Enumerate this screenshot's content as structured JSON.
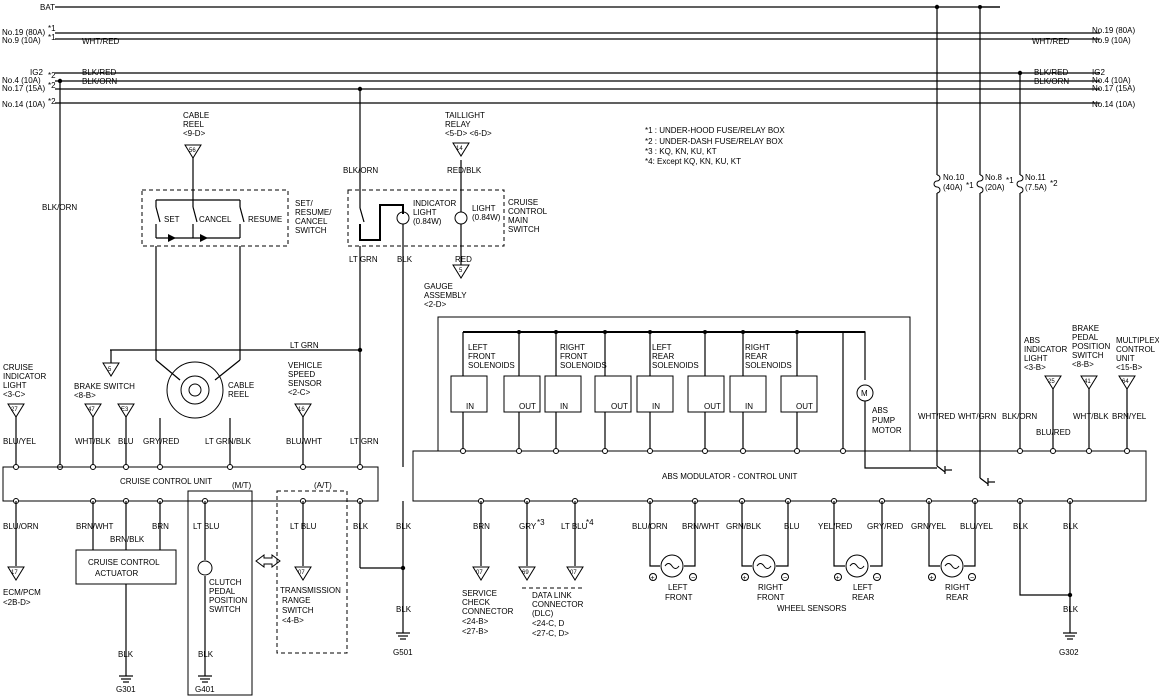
{
  "bus": {
    "bat": "BAT",
    "no19_left": "No.19 (80A)",
    "no9_left": "No.9 (10A)",
    "star1a": "*1",
    "star1b": "*1",
    "whtred_l": "WHT/RED",
    "whtred_r": "WHT/RED",
    "no19_right": "No.19 (80A)",
    "no9_right": "No.9 (10A)",
    "ig2_l": "IG2",
    "no4_left": "No.4 (10A)",
    "no17_left": "No.17 (15A)",
    "no14_left": "No.14 (10A)",
    "star2a": "*2",
    "star2b": "*2",
    "star2c": "*2",
    "blkred_l": "BLK/RED",
    "blkorn_l": "BLK/ORN",
    "blkred_r": "BLK/RED",
    "blkorn_r": "BLK/ORN",
    "ig2_r": "IG2",
    "no4_right": "No.4 (10A)",
    "no17_right": "No.17 (15A)",
    "no14_right": "No.14 (10A)"
  },
  "notes": [
    "*1 : UNDER-HOOD FUSE/RELAY BOX",
    "*2 : UNDER-DASH FUSE/RELAY BOX",
    "*3 : KQ, KN,  KU, KT",
    "*4: Except KQ, KN,  KU, KT"
  ],
  "fuses": {
    "no10": "No.10",
    "no10a": "(40A)",
    "no10s": "*1",
    "no8": "No.8",
    "no8a": "(20A)",
    "no8s": "*1",
    "no11": "No.11",
    "no11a": "(7.5A)",
    "no11s": "*2"
  },
  "components": {
    "cable_reel_top": [
      "CABLE",
      "REEL",
      "<9-D>"
    ],
    "taillight_relay": [
      "TAILLIGHT",
      "RELAY",
      "<5-D> <6-D>"
    ],
    "red_blk": "RED/BLK",
    "set": "SET",
    "cancel": "CANCEL",
    "resume": "RESUME",
    "set_switch": [
      "SET/",
      "RESUME/",
      "CANCEL",
      "SWITCH"
    ],
    "indicator_light": [
      "INDICATOR",
      "LIGHT",
      "(0.84W)"
    ],
    "light": [
      "LIGHT",
      "(0.84W)"
    ],
    "main_switch": [
      "CRUISE",
      "CONTROL",
      "MAIN",
      "SWITCH"
    ],
    "gauge": [
      "GAUGE",
      "ASSEMBLY",
      "<2-D>"
    ],
    "cruise_indicator": [
      "CRUISE",
      "INDICATOR",
      "LIGHT",
      "<3-C>"
    ],
    "brake_switch": [
      "BRAKE SWITCH",
      "<8-B>"
    ],
    "cable_reel_mid": [
      "CABLE",
      "REEL"
    ],
    "vss": [
      "VEHICLE",
      "SPEED",
      "SENSOR",
      "<2-C>"
    ],
    "left_front_sol": [
      "LEFT",
      "FRONT",
      "SOLENOIDS"
    ],
    "right_front_sol": [
      "RIGHT",
      "FRONT",
      "SOLENOIDS"
    ],
    "left_rear_sol": [
      "LEFT",
      "REAR",
      "SOLENOIDS"
    ],
    "right_rear_sol": [
      "RIGHT",
      "REAR",
      "SOLENOIDS"
    ],
    "sol_in": "IN",
    "sol_out": "OUT",
    "abs_motor": [
      "ABS",
      "PUMP",
      "MOTOR"
    ],
    "motor_m": "M",
    "abs_indicator": [
      "ABS",
      "INDICATOR",
      "LIGHT",
      "<3-B>"
    ],
    "brake_pedal": [
      "BRAKE",
      "PEDAL",
      "POSITION",
      "SWITCH",
      "<8-B>"
    ],
    "multiplex": [
      "MULTIPLEX",
      "CONTROL",
      "UNIT",
      "<15-B>"
    ],
    "cruise_unit": "CRUISE CONTROL UNIT",
    "mt": "(M/T)",
    "at": "(A/T)",
    "abs_unit": "ABS MODULATOR - CONTROL UNIT",
    "ecm": [
      "ECM/PCM",
      "<2B-D>"
    ],
    "actuator": [
      "CRUISE CONTROL",
      "ACTUATOR"
    ],
    "clutch": [
      "CLUTCH",
      "PEDAL",
      "POSITION",
      "SWITCH"
    ],
    "trans": [
      "TRANSMISSION",
      "RANGE",
      "SWITCH",
      "<4-B>"
    ],
    "service": [
      "SERVICE",
      "CHECK",
      "CONNECTOR",
      "<24-B>",
      "<27-B>"
    ],
    "dlc": [
      "DATA LINK",
      "CONNECTOR",
      "(DLC)",
      "<24-C, D",
      "<27-C, D>"
    ],
    "left_front": [
      "LEFT",
      "FRONT"
    ],
    "right_front": [
      "RIGHT",
      "FRONT"
    ],
    "left_rear": [
      "LEFT",
      "REAR"
    ],
    "right_rear": [
      "RIGHT",
      "REAR"
    ],
    "wheel_sensors": "WHEEL SENSORS"
  },
  "wire_labels": {
    "blk_orn_a": "BLK/ORN",
    "blk_orn_b": "BLK/ORN",
    "lt_grn_a": "LT GRN",
    "blk_a": "BLK",
    "red": "RED",
    "lt_grn_mid": "LT GRN",
    "blu_yel": "BLU/YEL",
    "wht_blk": "WHT/BLK",
    "blu": "BLU",
    "gry_red": "GRY/RED",
    "lt_grn_blk": "LT GRN/BLK",
    "blu_wht": "BLU/WHT",
    "lt_grn_b": "LT GRN",
    "wht_red": "WHT/RED",
    "wht_grn": "WHT/GRN",
    "blk_orn_c": "BLK/ORN",
    "blu_red": "BLU/RED",
    "wht_blk2": "WHT/BLK",
    "brn_yel": "BRN/YEL",
    "b_blu_orn": "BLU/ORN",
    "b_brn_wht": "BRN/WHT",
    "b_brn": "BRN",
    "b_brn_blk": "BRN/BLK",
    "b_lt_blu": "LT BLU",
    "b_lt_blu2": "LT BLU",
    "b_blk": "BLK",
    "b_blk2": "BLK",
    "b_blk3": "BLK",
    "b_blk4": "BLK",
    "b_blk5": "BLK",
    "b_blk6": "BLK",
    "b_blk7": "BLK",
    "a_brn": "BRN",
    "a_gry": "GRY",
    "a_gry_s": "*3",
    "a_ltblu": "LT BLU",
    "a_ltblu_s": "*4",
    "a_blu_orn": "BLU/ORN",
    "a_brn_wht": "BRN/WHT",
    "a_grn_blk": "GRN/BLK",
    "a_blu": "BLU",
    "a_yel_red": "YEL/RED",
    "a_gry_red": "GRY/RED",
    "a_grn_yel": "GRN/YEL",
    "a_blu_yel": "BLU/YEL",
    "a_blk": "BLK",
    "a_blk2": "BLK",
    "a_blk3": "BLK"
  },
  "grounds": {
    "g301": "G301",
    "g401": "G401",
    "g501": "G501",
    "g302": "G302"
  },
  "connector_ids": {
    "c_cable": "56",
    "c_tail": "14",
    "c_gauge": "5",
    "c_s": "5",
    "c_ind": "27",
    "c_brk1": "47",
    "c_brk2": "E3",
    "c_vss": "16",
    "c_absind": "25",
    "c_bpp": "41",
    "c_mux": "64",
    "c_ecm": "17",
    "c_trans": "07",
    "c_svc": "07",
    "c_dlc1": "69",
    "c_dlc2": "07"
  }
}
